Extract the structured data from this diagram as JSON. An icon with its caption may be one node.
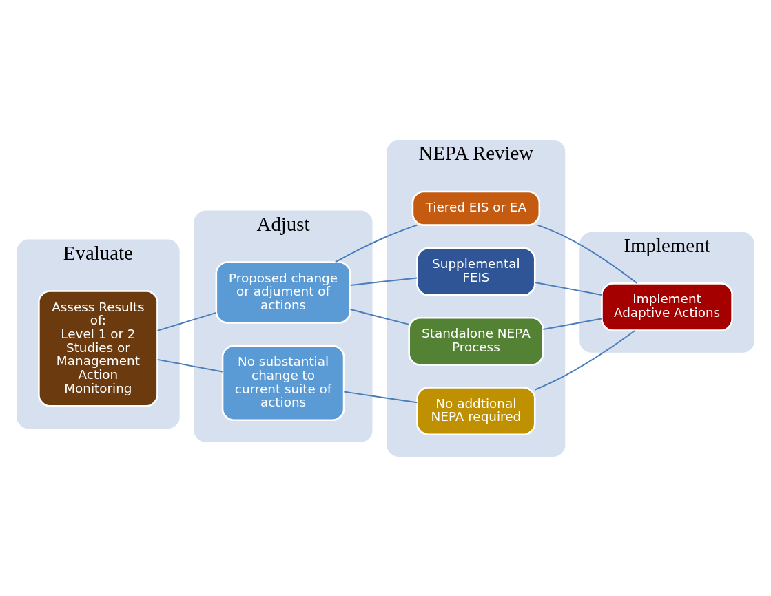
{
  "diagram": {
    "nodes": [
      {
        "text": [
          "Evaluate"
        ]
      },
      {
        "text": [
          "Assess Results of:",
          "Level 1 or 2 Studies or",
          "Management Action Monitoring"
        ],
        "in": 0
      },
      {
        "text": [
          "Adjust"
        ]
      },
      {
        "text": [
          "Proposed change or adjument of actions"
        ],
        "in": 2
      },
      {
        "text": [
          "No substantial change to current suite of actions"
        ],
        "in": 2
      },
      {
        "text": [
          "NEPA Review"
        ]
      },
      {
        "text": [
          "Tiered EIS or EA"
        ],
        "in": 5
      },
      {
        "text": [
          "Supplemental FEIS"
        ],
        "in": 5
      },
      {
        "text": [
          "Standalone NEPA Process"
        ],
        "in": 5
      },
      {
        "text": [
          "No addtional NEPA required"
        ],
        "in": 5
      },
      {
        "text": [
          "Implement"
        ]
      },
      {
        "text": [
          "Implement Adaptive Actions"
        ],
        "in": 10
      }
    ],
    "edges": [
      {
        "from": 1,
        "to": 3,
        "arrow": "none"
      },
      {
        "from": 1,
        "to": 4,
        "arrow": "none"
      },
      {
        "from": 3,
        "to": 6,
        "arrow": "none"
      },
      {
        "from": 3,
        "to": 7,
        "arrow": "none"
      },
      {
        "from": 3,
        "to": 8,
        "arrow": "none"
      },
      {
        "from": 4,
        "to": 9,
        "arrow": "none"
      },
      {
        "from": 6,
        "to": 11,
        "arrow": "none"
      },
      {
        "from": 7,
        "to": 11,
        "arrow": "none"
      },
      {
        "from": 8,
        "to": 11,
        "arrow": "none"
      },
      {
        "from": 9,
        "to": 11,
        "arrow": "none"
      }
    ]
  }
}
